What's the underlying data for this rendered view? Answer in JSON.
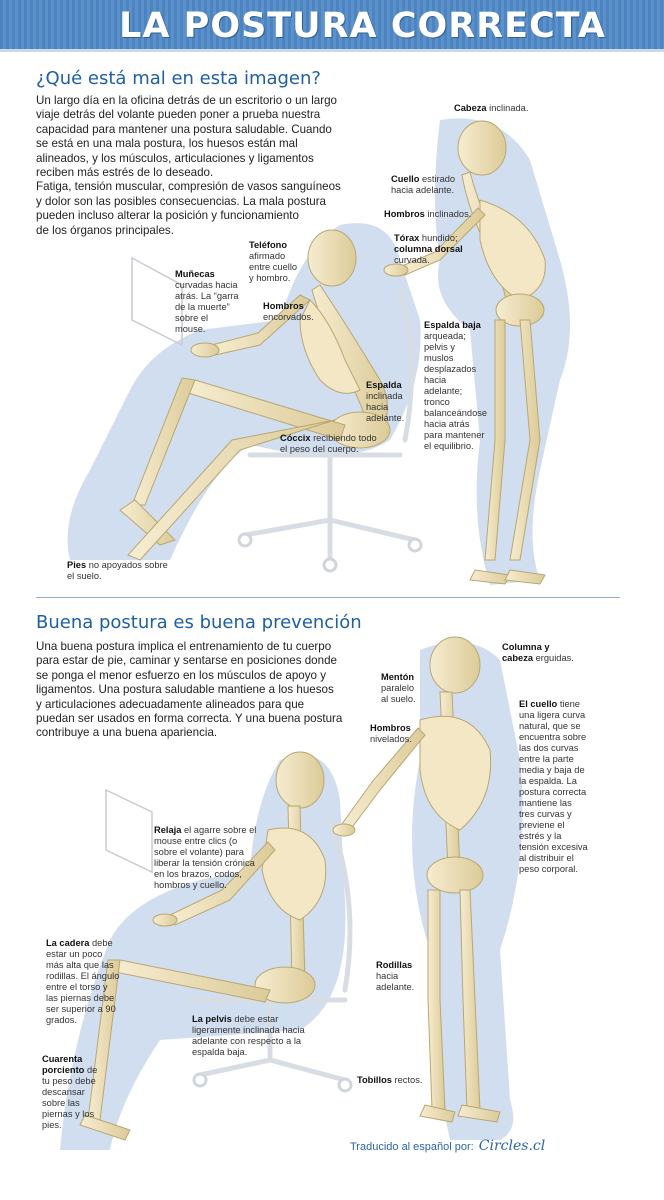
{
  "header": {
    "title": "LA POSTURA CORRECTA"
  },
  "bad": {
    "heading": "¿Qué está mal en esta imagen?",
    "intro": [
      "Un largo día en la oficina detrás de un escritorio o un largo",
      "viaje detrás del volante pueden poner a prueba nuestra",
      "capacidad para mantener una postura saludable. Cuando",
      "se está en una mala postura, los huesos están mal",
      "alineados, y los músculos, articulaciones y ligamentos",
      "reciben más estrés de lo deseado.",
      "Fatiga, tensión muscular, compresión de vasos sanguíneos",
      "y dolor son las posibles consecuencias. La mala postura",
      "pueden incluso alterar la posición y funcionamiento",
      "de los órganos principales."
    ],
    "labels": {
      "cabeza": {
        "b": "Cabeza",
        "t": " inclinada."
      },
      "cuello": {
        "b": "Cuello",
        "t": " estirado",
        "l2": "hacia adelante."
      },
      "hombros_pie": {
        "b": "Hombros",
        "t": " inclinados."
      },
      "torax": {
        "b": "Tórax",
        "t": " hundido;",
        "b2": "columna dorsal",
        "l3": "curvada."
      },
      "telefono": {
        "b": "Teléfono",
        "lines": [
          "afirmado",
          "entre cuello",
          "y hombro."
        ]
      },
      "munecas": {
        "b": "Muñecas",
        "lines": [
          "curvadas hacia",
          "atrás. La “garra",
          "de la muerte”",
          "sobre el",
          "mouse."
        ]
      },
      "hombros_sentado": {
        "b": "Hombros",
        "lines": [
          "encorvados."
        ]
      },
      "espalda_baja": {
        "b": "Espalda baja",
        "lines": [
          "arqueada;",
          "pelvis y",
          "muslos",
          "desplazados",
          "hacia",
          "adelante;",
          "tronco",
          "balanceándose",
          "hacia atrás",
          "para mantener",
          "el equilibrio."
        ]
      },
      "espalda": {
        "b": "Espalda",
        "lines": [
          "inclinada",
          "hacia",
          "adelante."
        ]
      },
      "coccix": {
        "b": "Cóccix",
        "t": " recibiendo todo",
        "l2": "el peso del cuerpo."
      },
      "pies": {
        "b": "Pies",
        "t": " no apoyados sobre",
        "l2": "el suelo."
      }
    }
  },
  "good": {
    "heading": "Buena postura es buena prevención",
    "intro": [
      "Una buena postura implica el entrenamiento de tu cuerpo",
      "para estar de pie, caminar y sentarse en posiciones donde",
      "se ponga el menor esfuerzo en los músculos de apoyo y",
      "ligamentos. Una postura saludable mantiene a los huesos",
      "y articulaciones adecuadamente alineados para que",
      "puedan ser usados en forma correcta. Y una buena postura",
      "contribuye a una buena apariencia."
    ],
    "labels": {
      "columna": {
        "b": "Columna y",
        "b2": "cabeza",
        "t": " erguidas."
      },
      "menton": {
        "b": "Mentón",
        "lines": [
          "paralelo",
          "al suelo."
        ]
      },
      "hombros": {
        "b": "Hombros",
        "lines": [
          "nivelados."
        ]
      },
      "cuello": {
        "b": "El cuello",
        "t": " tiene",
        "lines": [
          "una ligera curva",
          "natural, que se",
          "encuentra sobre",
          "las dos curvas",
          "entre la parte",
          "media y baja de",
          "la espalda. La",
          "postura correcta",
          "mantiene las",
          "tres curvas y",
          "previene el",
          "estrés y la",
          "tensión excesiva",
          "al distribuir el",
          "peso corporal."
        ]
      },
      "relaja": {
        "b": "Relaja",
        "t": " el agarre sobre el",
        "lines": [
          "mouse entre clics (o",
          "sobre el volante) para",
          "liberar la tensión crónica",
          "en los brazos, codos,",
          "hombros y cuello."
        ]
      },
      "cadera": {
        "b": "La cadera",
        "t": " debe",
        "lines": [
          "estar un poco",
          "más alta que las",
          "rodillas. El ángulo",
          "entre el torso y",
          "las piernas debe",
          "ser superior a 90",
          "grados."
        ]
      },
      "rodillas": {
        "b": "Rodillas",
        "lines": [
          "hacia",
          "adelante."
        ]
      },
      "pelvis": {
        "b": "La pelvis",
        "t": " debe estar",
        "lines": [
          "ligeramente inclinada hacia",
          "adelante con respecto a la",
          "espalda baja."
        ]
      },
      "cuarenta": {
        "b": "Cuarenta",
        "b2": "porciento",
        "t": " de",
        "lines": [
          "tu peso debe",
          "descansar",
          "sobre las",
          "piernas y los",
          "pies."
        ]
      },
      "tobillos": {
        "b": "Tobillos",
        "t": " rectos."
      }
    }
  },
  "footer": {
    "text": "Traducido al español por:",
    "brand": "Circles.cl"
  },
  "colors": {
    "banner": "#4d83bf",
    "heading": "#1e5fa3",
    "bone": "#efe3bf",
    "shadow": "#c9d8ec"
  }
}
